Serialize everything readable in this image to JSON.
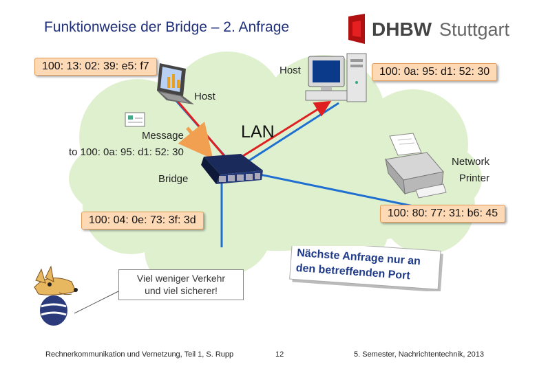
{
  "title": "Funktionweise der Bridge – 2. Anfrage",
  "logo": {
    "dh": "DHBW",
    "city": "Stuttgart"
  },
  "addresses": {
    "laptop": "100: 13: 02: 39: e5: f7",
    "host2": "100: 0a: 95: d1: 52: 30",
    "bridge_side": "100: 04: 0e: 73: 3f: 3d",
    "printer": "100: 80: 77: 31: b6: 45"
  },
  "labels": {
    "host_right": "Host",
    "host_left": "Host",
    "lan": "LAN",
    "message_line1": "Message",
    "message_line2": "to 100: 0a: 95: d1: 52: 30",
    "bridge": "Bridge",
    "printer_line1": "Network",
    "printer_line2": "Printer"
  },
  "note": {
    "line1": "Nächste Anfrage nur an",
    "line2": "den betreffenden Port"
  },
  "quote": {
    "line1": "Viel weniger Verkehr",
    "line2": "und viel sicherer!"
  },
  "footer": {
    "left": "Rechnerkommunikation und Vernetzung, Teil 1, S. Rupp",
    "page": "12",
    "right": "5. Semester, Nachrichtentechnik, 2013"
  },
  "colors": {
    "accent": "#1f2f7a",
    "address_box": "#fdd9b5",
    "cloud": "#dff0cf",
    "link": "#1f6fd0",
    "path": "#e02020",
    "message_arrow": "#f0a050"
  }
}
